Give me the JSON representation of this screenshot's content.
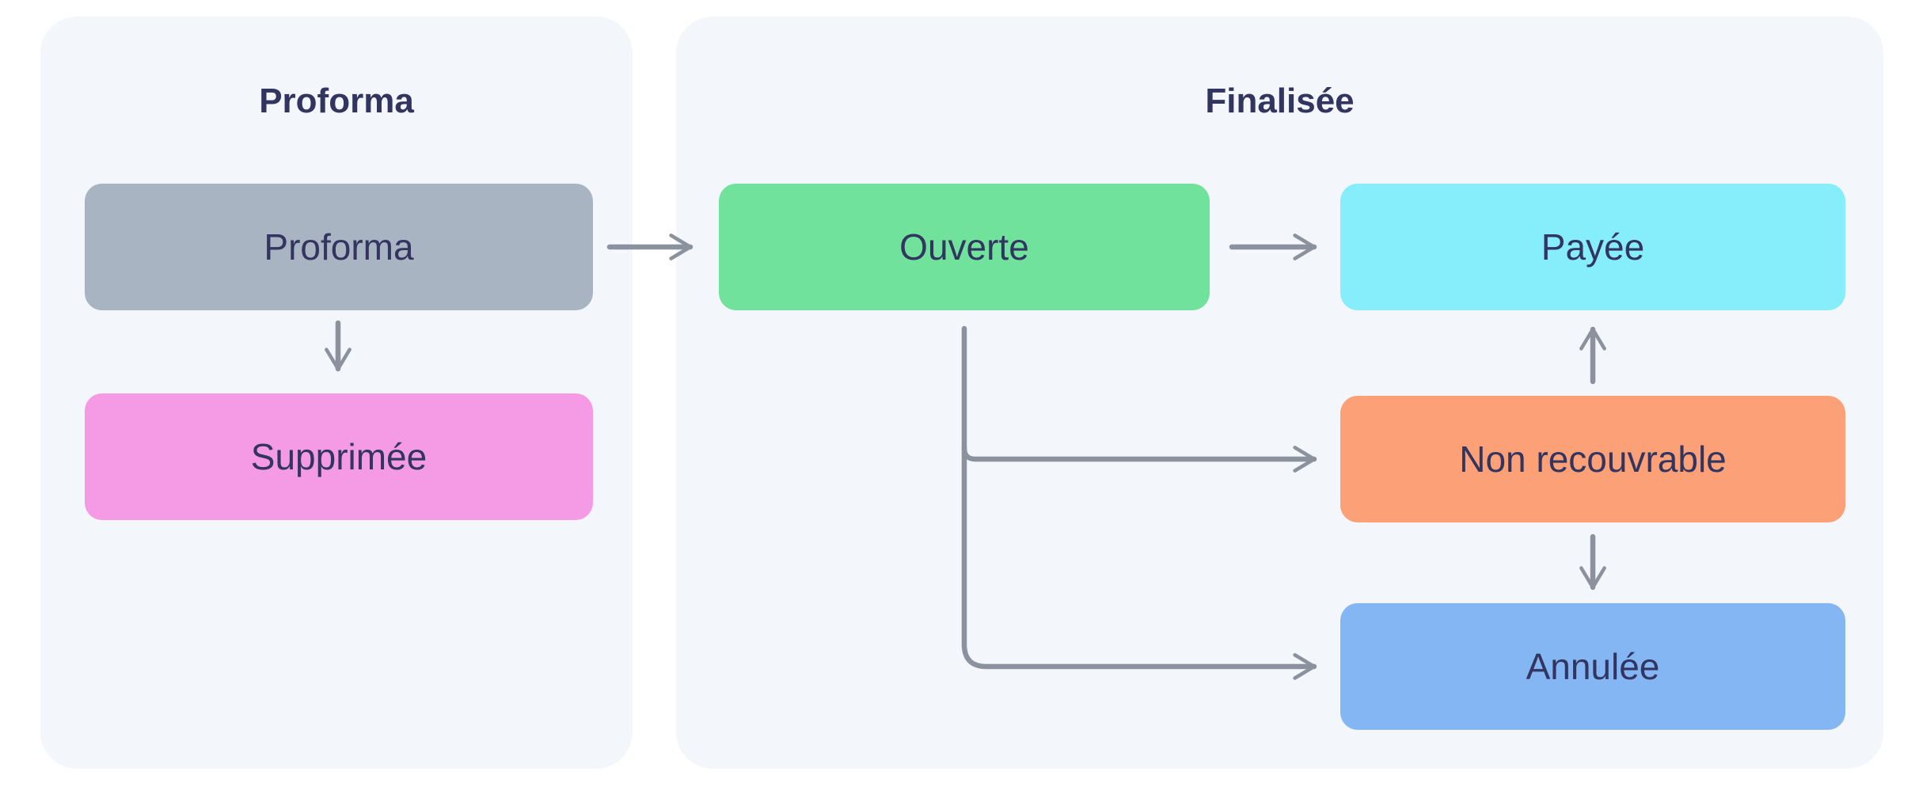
{
  "panels": {
    "proforma": {
      "title": "Proforma"
    },
    "finalisee": {
      "title": "Finalisée"
    }
  },
  "nodes": {
    "proforma": {
      "label": "Proforma",
      "color": "#a9b4c2"
    },
    "supprimee": {
      "label": "Supprimée",
      "color": "#f59ae4"
    },
    "ouverte": {
      "label": "Ouverte",
      "color": "#70e29b"
    },
    "payee": {
      "label": "Payée",
      "color": "#86edfa"
    },
    "non_recouvrable": {
      "label": "Non recouvrable",
      "color": "#fca078"
    },
    "annulee": {
      "label": "Annulée",
      "color": "#84b6f4"
    }
  },
  "edges": [
    {
      "from": "Proforma",
      "to": "Ouverte"
    },
    {
      "from": "Proforma",
      "to": "Supprimée"
    },
    {
      "from": "Ouverte",
      "to": "Payée"
    },
    {
      "from": "Ouverte",
      "to": "Non recouvrable"
    },
    {
      "from": "Ouverte",
      "to": "Annulée"
    },
    {
      "from": "Non recouvrable",
      "to": "Payée"
    },
    {
      "from": "Non recouvrable",
      "to": "Annulée"
    }
  ],
  "colors": {
    "canvas_bg": "#ffffff",
    "panel_bg": "#f3f6fa",
    "text": "#31355f",
    "arrow": "#8b929e"
  }
}
